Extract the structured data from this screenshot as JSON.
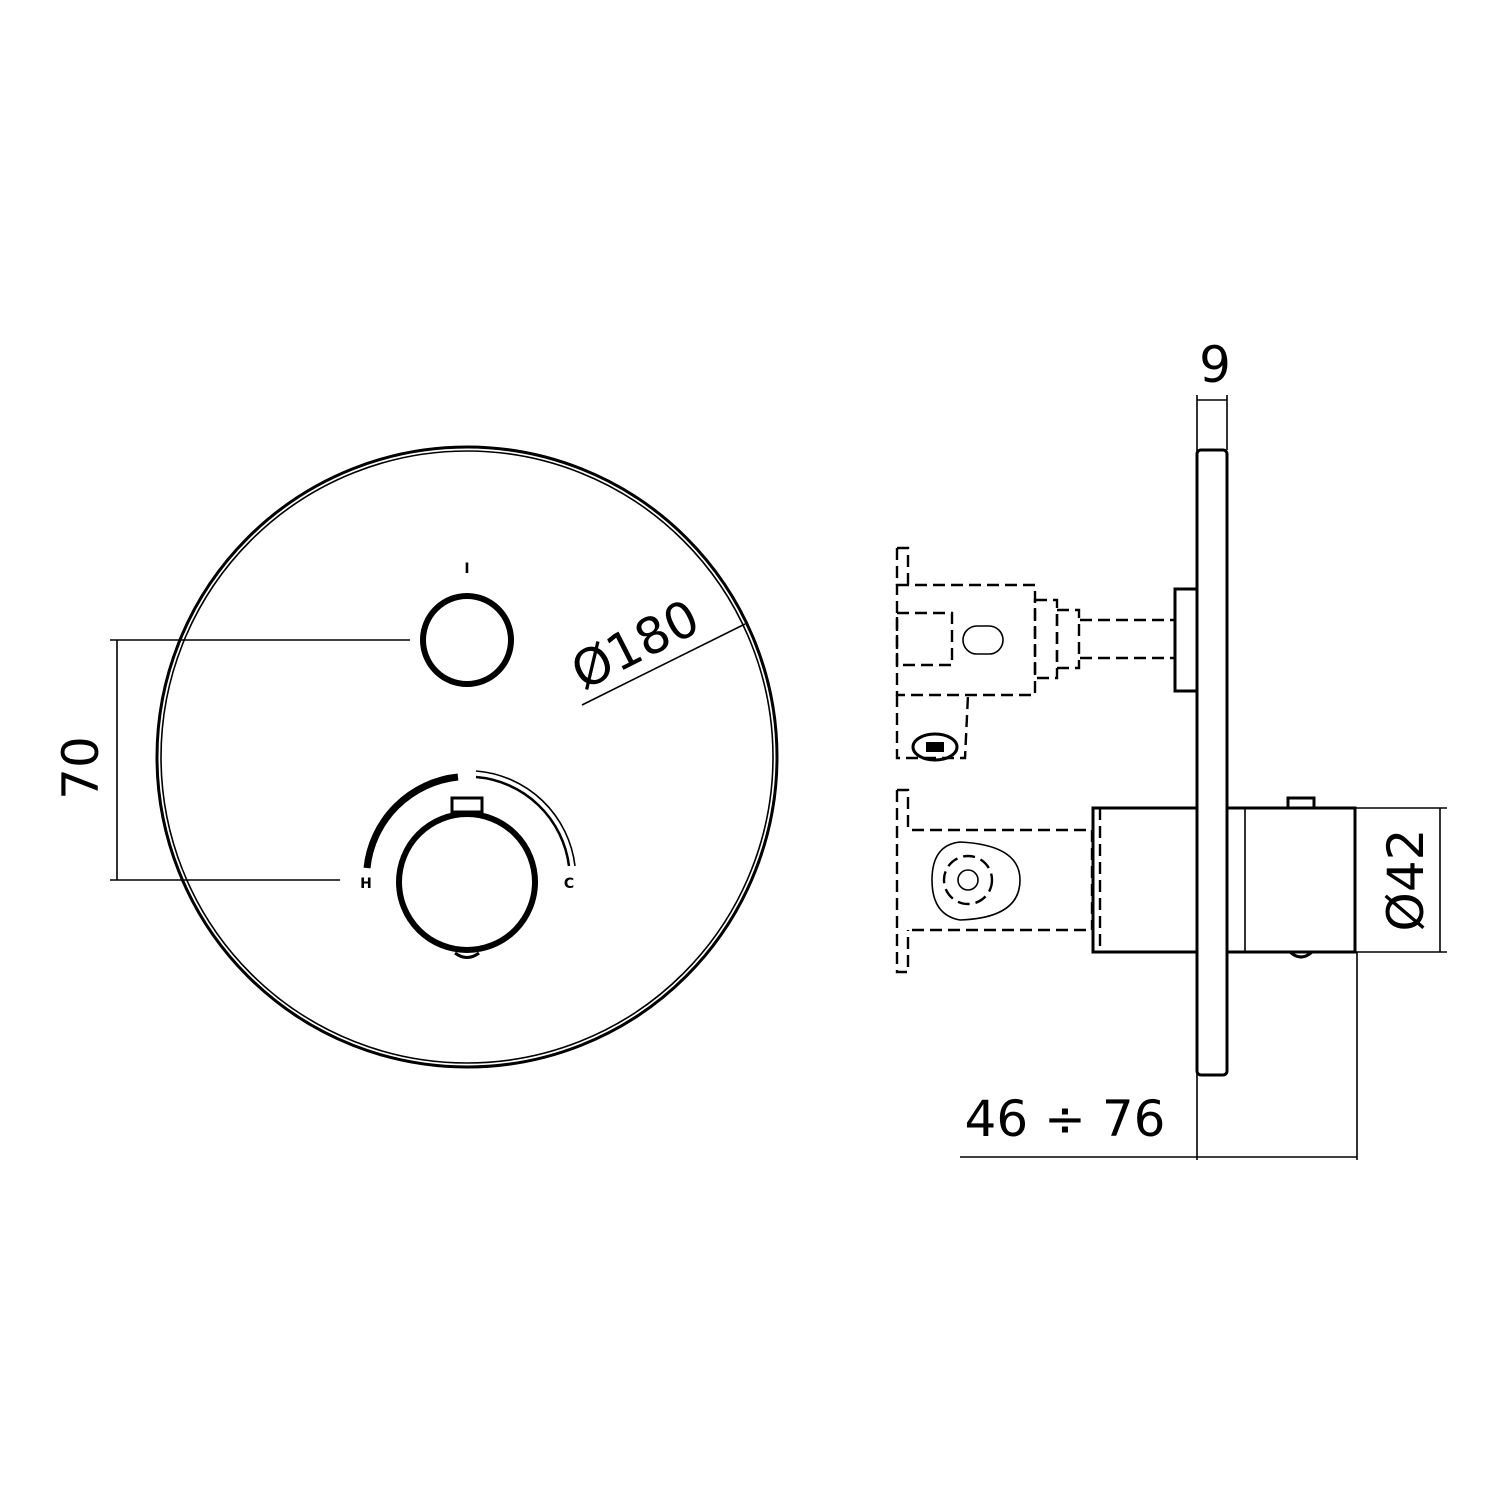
{
  "front_view": {
    "dimensions": {
      "diameter": "Ø180",
      "spacing": "70"
    },
    "markings": {
      "top": "I",
      "hot": "H",
      "cold": "C"
    }
  },
  "side_view": {
    "dimensions": {
      "plate_thickness": "9",
      "handle_diameter": "Ø42",
      "depth_range": "46 ÷ 76"
    }
  }
}
